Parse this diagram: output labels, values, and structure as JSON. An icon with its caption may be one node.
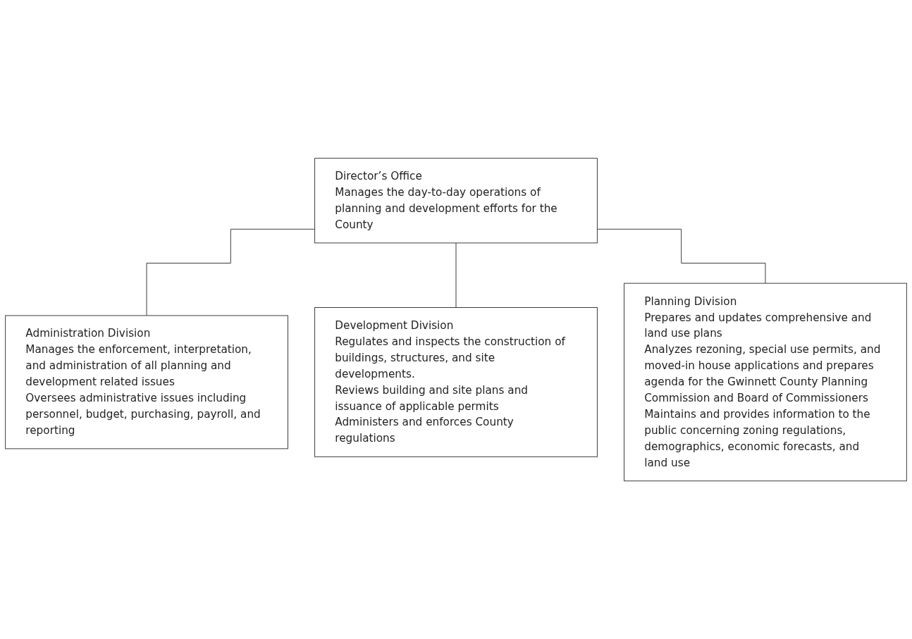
{
  "diagram": {
    "nodes": [
      {
        "text": [
          "Director’s Office",
          "Manages the day-to-day operations of planning and development efforts for the County"
        ]
      },
      {
        "text": [
          "Administration Division",
          "Manages the enforcement, interpretation, and administration of all planning and development related issues",
          "Oversees administrative issues including personnel, budget, purchasing, payroll, and reporting"
        ]
      },
      {
        "text": [
          "Development Division",
          "Regulates and inspects the construction of buildings, structures, and site developments.",
          "Reviews building and site plans and issuance of applicable permits",
          "Administers and enforces County regulations"
        ]
      },
      {
        "text": [
          "Planning Division",
          "Prepares and updates comprehensive and land use plans",
          "Analyzes rezoning, special use permits, and moved-in house applications and prepares agenda for the Gwinnett County Planning Commission and Board of Commissioners",
          "Maintains and provides information to the public concerning zoning regulations, demographics, economic forecasts, and land use"
        ]
      }
    ],
    "edges": [
      {
        "from": 0,
        "to": 1,
        "arrow": "none"
      },
      {
        "from": 0,
        "to": 2,
        "arrow": "none"
      },
      {
        "from": 0,
        "to": 3,
        "arrow": "none"
      }
    ]
  }
}
